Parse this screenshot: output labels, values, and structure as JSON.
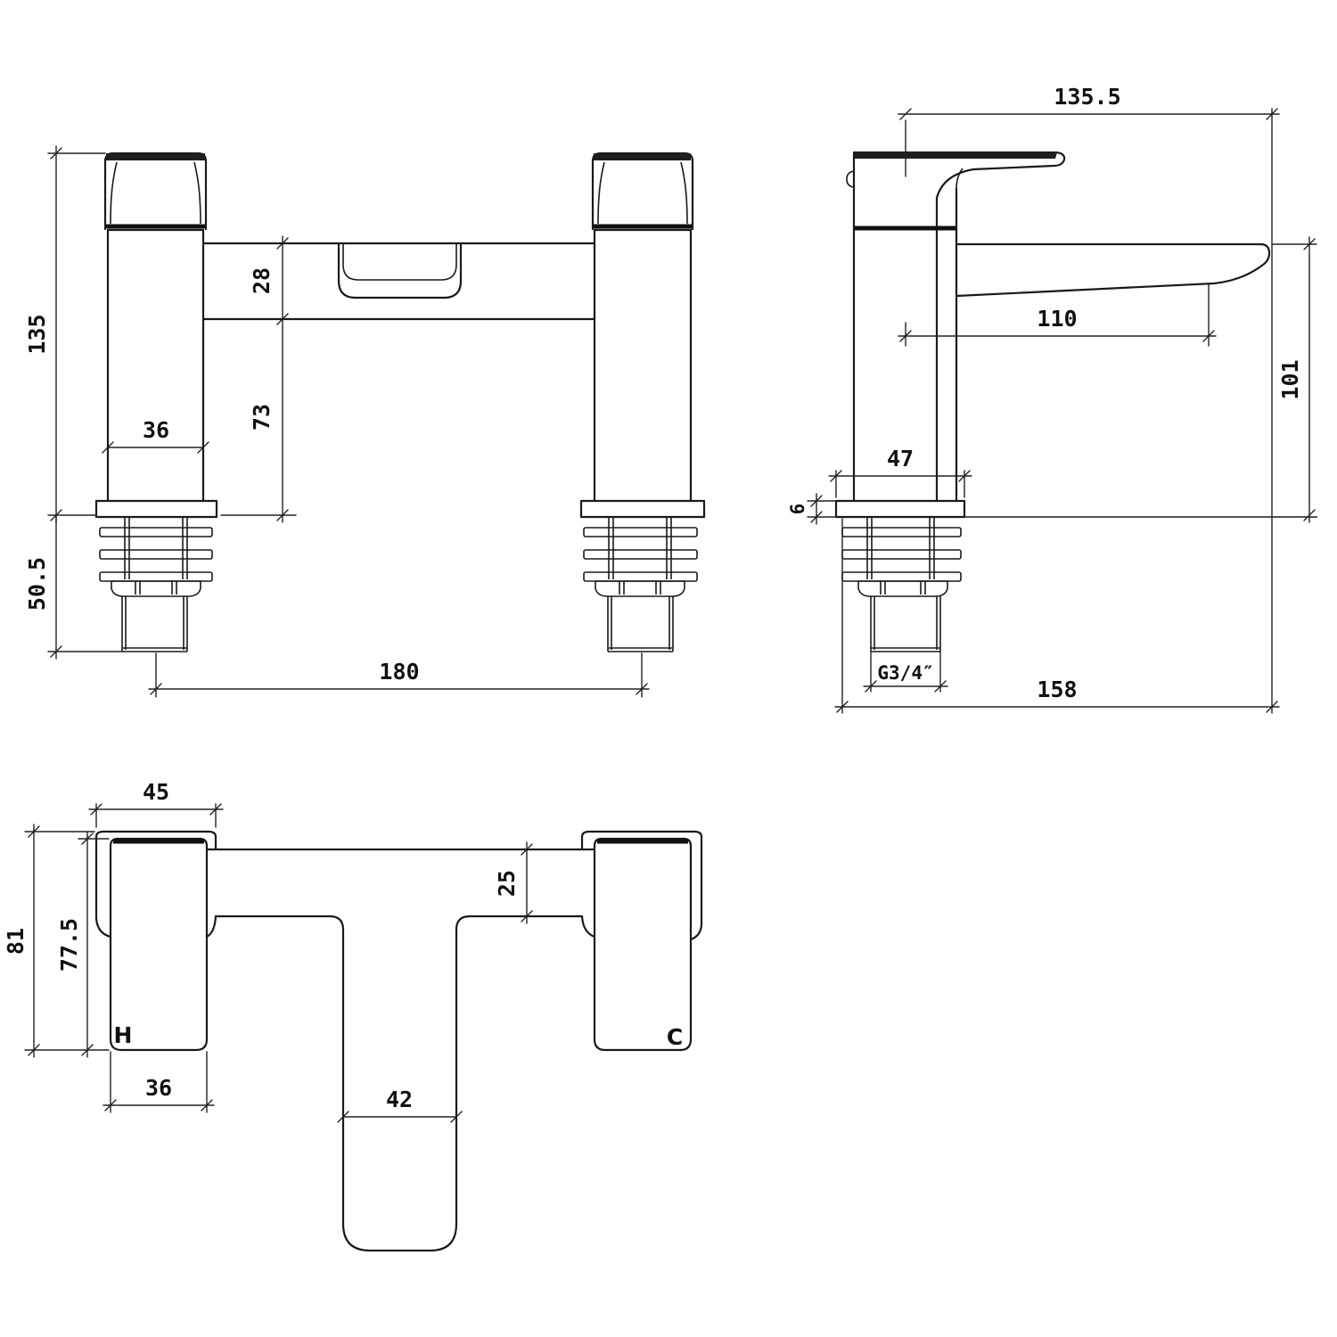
{
  "drawing": {
    "colors": {
      "background": "#ffffff",
      "line": "#1a1a1a"
    },
    "views": {
      "front": {
        "dims": {
          "height_above_deck": "135",
          "height_below_deck": "50.5",
          "pillar_width": "36",
          "body_height": "28",
          "body_to_deck": "73",
          "tap_centres": "180"
        }
      },
      "side": {
        "dims": {
          "handle_to_spout_tip": "135.5",
          "spout_reach": "110",
          "spout_height": "101",
          "base_length": "47",
          "base_thickness": "6",
          "connection_thread": "G3/4″",
          "overall_depth": "158"
        }
      },
      "plan": {
        "dims": {
          "handle_width": "45",
          "handle_overall_length": "81",
          "handle_body_length": "77.5",
          "body_width": "25",
          "handle_base_width": "36",
          "spout_body_width": "42"
        },
        "labels": {
          "hot": "H",
          "cold": "C"
        }
      }
    }
  }
}
